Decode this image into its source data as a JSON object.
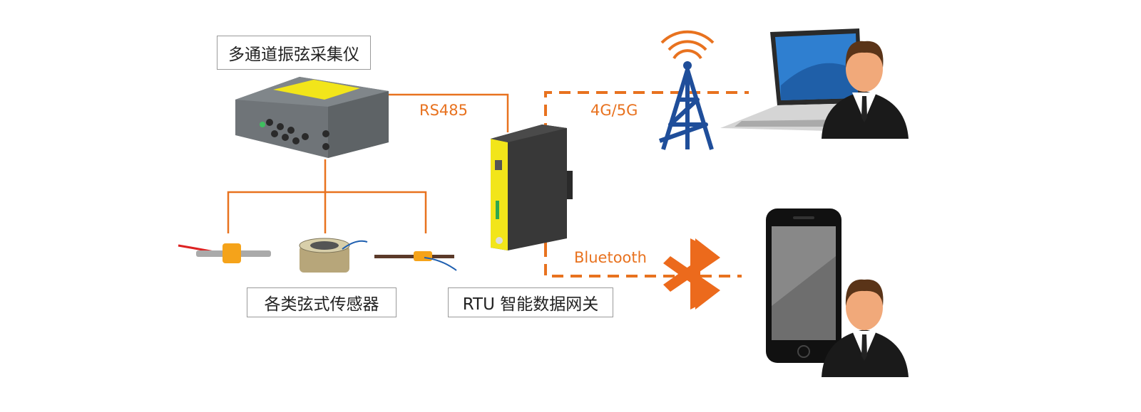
{
  "labels": {
    "collector": "多通道振弦采集仪",
    "sensors": "各类弦式传感器",
    "gateway": "RTU 智能数据网关"
  },
  "links": {
    "rs485": "RS485",
    "cellular": "4G/5G",
    "bluetooth": "Bluetooth"
  },
  "icons": [
    "data-collector-device",
    "vibrating-wire-sensor",
    "rtu-gateway",
    "cell-tower-icon",
    "laptop-icon",
    "user-icon",
    "bluetooth-icon",
    "smartphone-icon"
  ],
  "colors": {
    "accent": "#e8721f",
    "tower": "#1f4e9a",
    "gateway_body": "#3a3a3a",
    "gateway_panel": "#f2e51a"
  }
}
